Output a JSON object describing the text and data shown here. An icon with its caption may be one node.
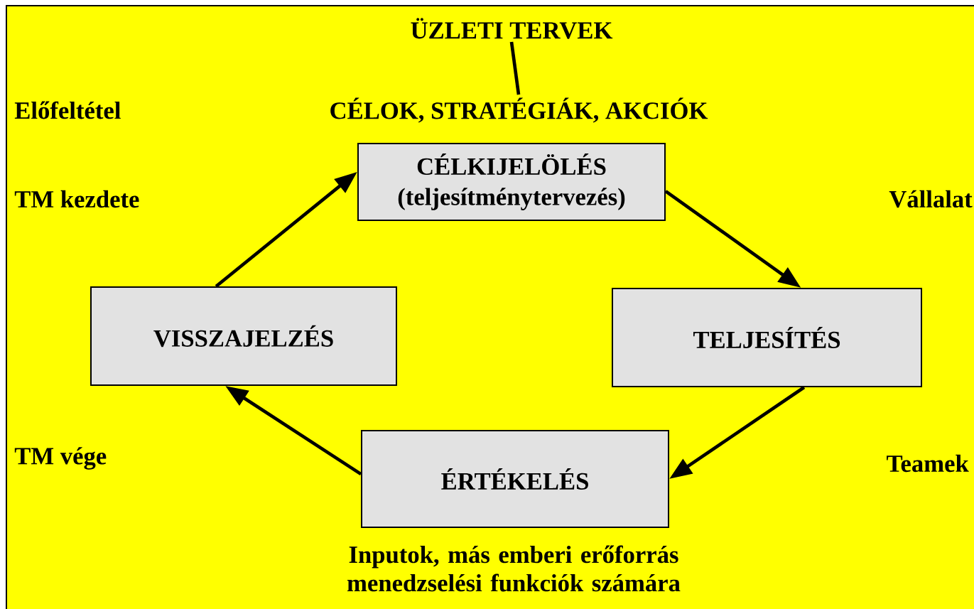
{
  "diagram": {
    "nodes": [
      {
        "text": [
          "ÜZLETI TERVEK"
        ]
      },
      {
        "text": [
          "CÉLOK, STRATÉGIÁK, AKCIÓK"
        ]
      },
      {
        "text": [
          "CÉLKIJELÖLÉS",
          "(teljesítménytervezés)"
        ]
      },
      {
        "text": [
          "TELJESÍTÉS"
        ]
      },
      {
        "text": [
          "ÉRTÉKELÉS"
        ]
      },
      {
        "text": [
          "VISSZAJELZÉS"
        ]
      }
    ],
    "edges": [
      {
        "from": 0,
        "to": 1,
        "arrow": "none"
      },
      {
        "from": 2,
        "to": 3,
        "arrow": "to"
      },
      {
        "from": 3,
        "to": 4,
        "arrow": "to"
      },
      {
        "from": 4,
        "to": 5,
        "arrow": "to"
      },
      {
        "from": 5,
        "to": 2,
        "arrow": "to"
      }
    ],
    "labels": [
      "Előfeltétel",
      "TM kezdete",
      "Vállalat",
      "TM vége",
      "Teamek",
      "Inputok, más emberi erőforrás menedzselési funkciók számára"
    ]
  }
}
